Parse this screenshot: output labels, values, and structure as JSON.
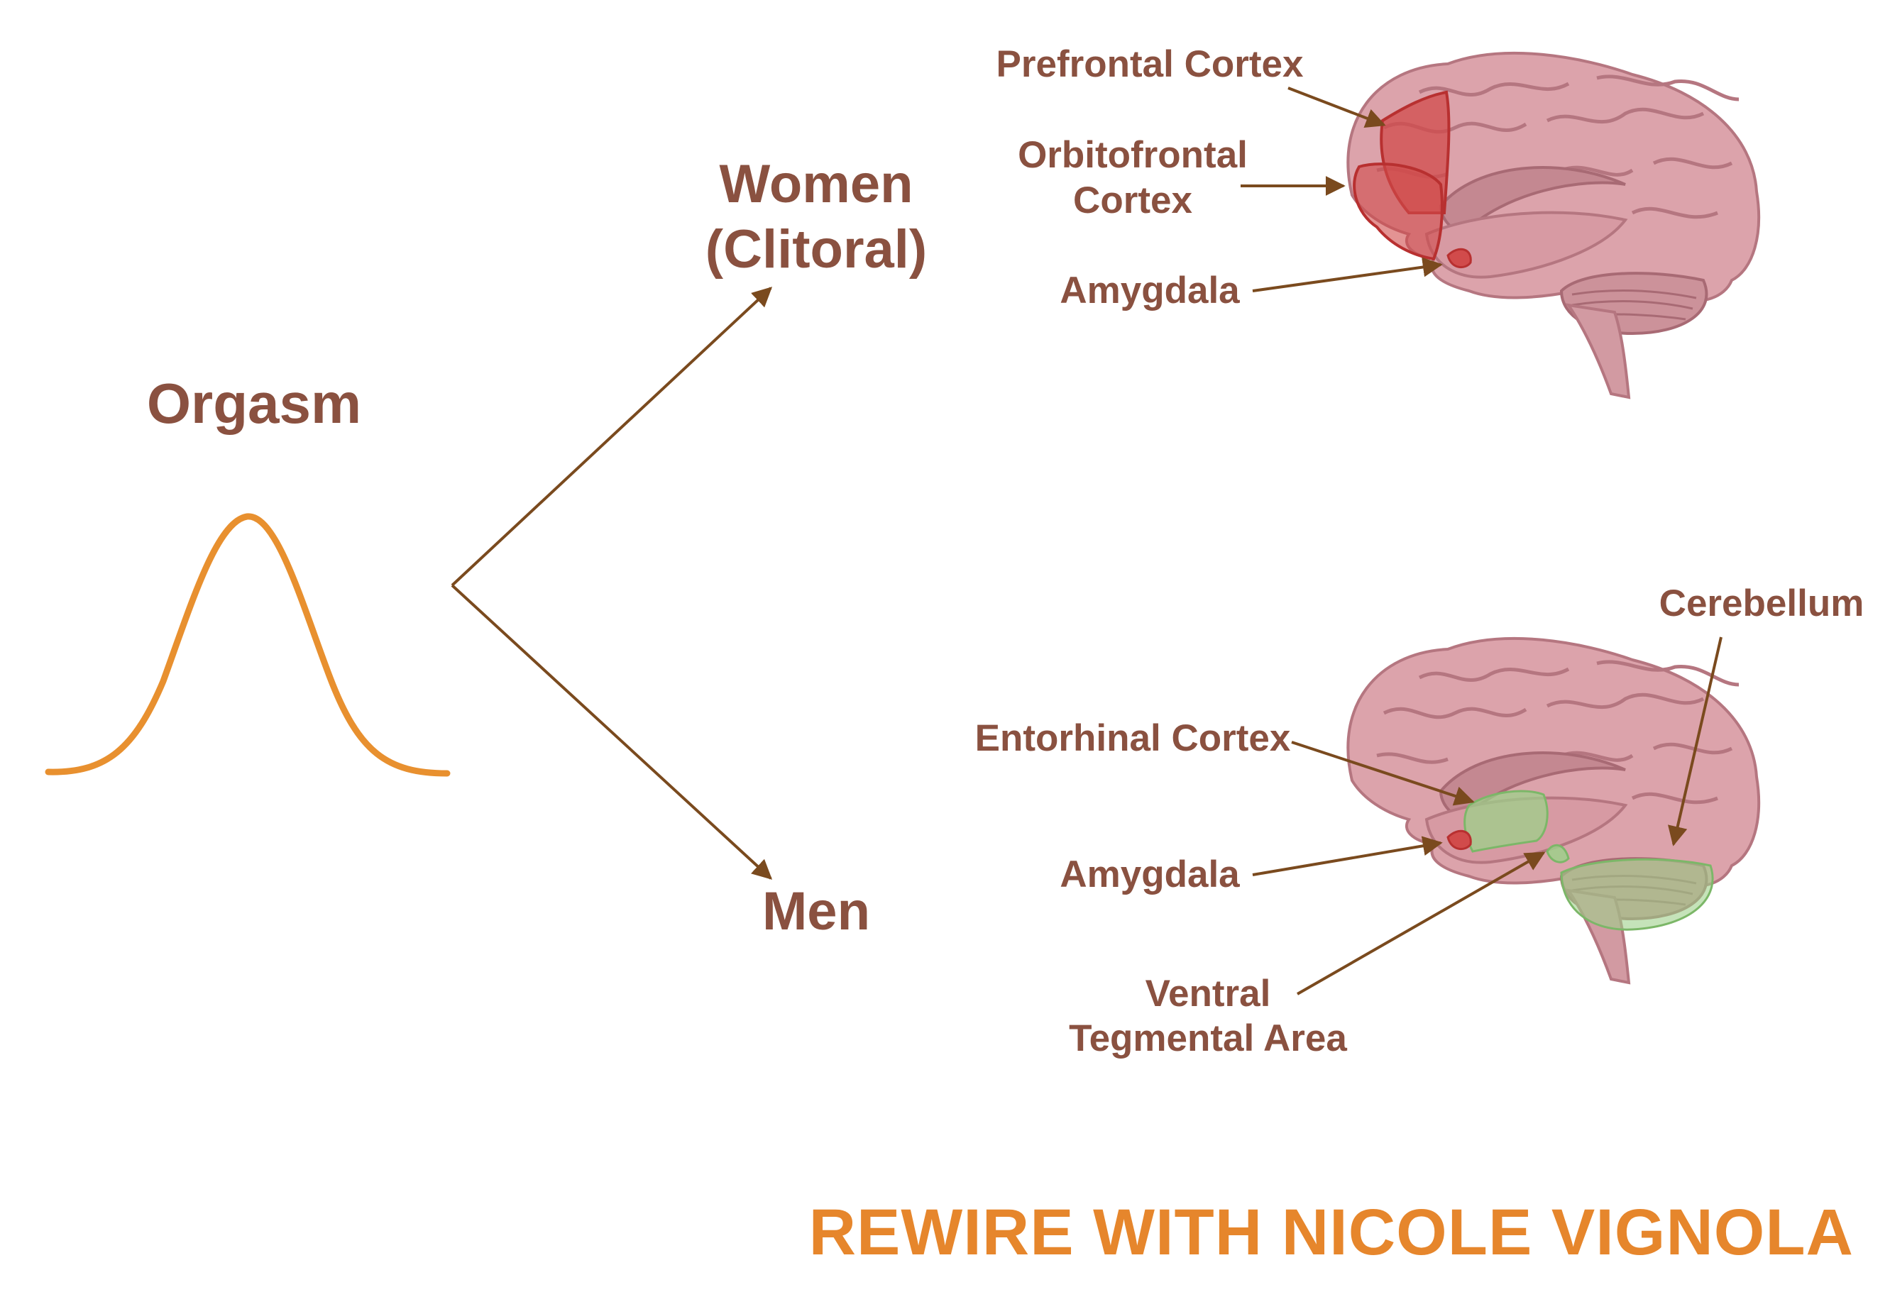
{
  "colors": {
    "label_text": "#8a5140",
    "arrow": "#7a4a1e",
    "curve": "#e8902f",
    "brand": "#e6862c",
    "brain_base": "#dca3ab",
    "brain_fold": "#b57680",
    "highlight_red": "#d14b4b",
    "highlight_green": "#9ed08a"
  },
  "root": {
    "label": "Orgasm"
  },
  "branches": {
    "women": {
      "label_line1": "Women",
      "label_line2": "(Clitoral)",
      "regions": {
        "prefrontal": "Prefrontal Cortex",
        "orbitofrontal_line1": "Orbitofrontal",
        "orbitofrontal_line2": "Cortex",
        "amygdala": "Amygdala"
      }
    },
    "men": {
      "label": "Men",
      "regions": {
        "cerebellum": "Cerebellum",
        "entorhinal": "Entorhinal Cortex",
        "amygdala": "Amygdala",
        "vta_line1": "Ventral",
        "vta_line2": "Tegmental Area"
      }
    }
  },
  "brand": "REWIRE WITH NICOLE VIGNOLA"
}
